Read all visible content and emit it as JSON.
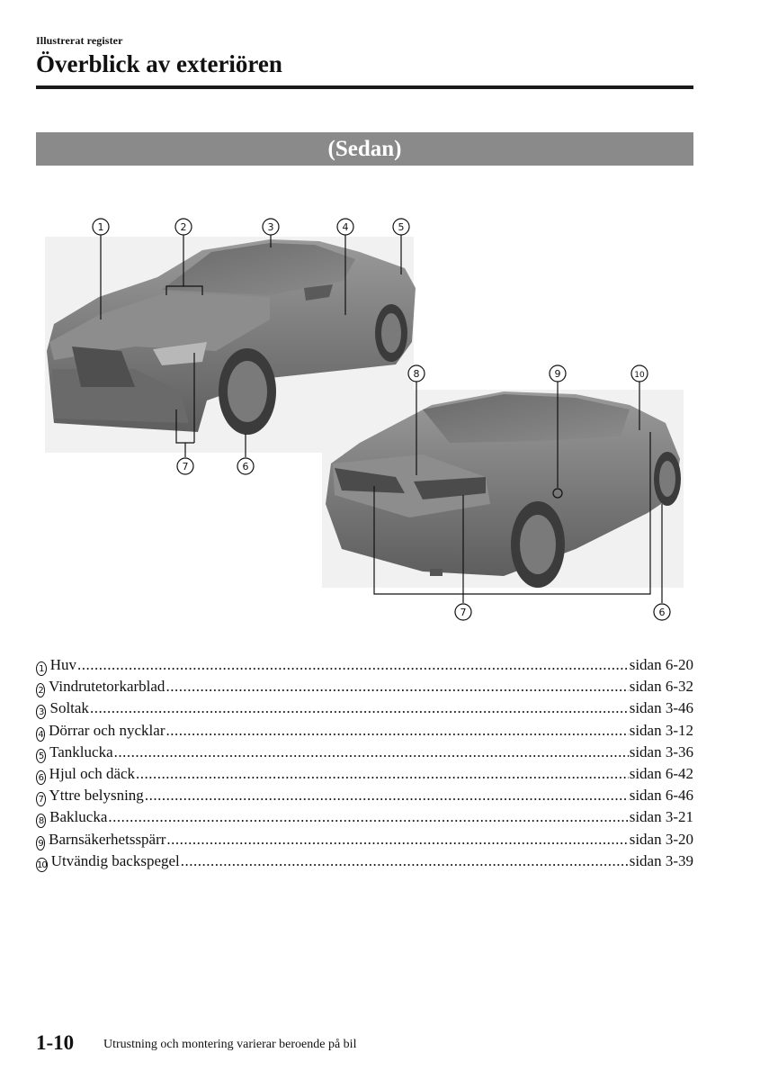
{
  "header": {
    "section_label": "Illustrerat register",
    "title": "Överblick av exteriören"
  },
  "banner": {
    "text": "(Sedan)"
  },
  "figure": {
    "front_callouts": [
      "1",
      "2",
      "3",
      "4",
      "5",
      "7",
      "6"
    ],
    "rear_callouts": [
      "8",
      "9",
      "10",
      "7",
      "6"
    ]
  },
  "parts": [
    {
      "num": "1",
      "label": "Huv",
      "ref": "sidan 6-20"
    },
    {
      "num": "2",
      "label": "Vindrutetorkarblad",
      "ref": "sidan 6-32"
    },
    {
      "num": "3",
      "label": "Soltak",
      "ref": "sidan 3-46"
    },
    {
      "num": "4",
      "label": "Dörrar och nycklar",
      "ref": "sidan 3-12"
    },
    {
      "num": "5",
      "label": "Tanklucka",
      "ref": "sidan 3-36"
    },
    {
      "num": "6",
      "label": "Hjul och däck",
      "ref": "sidan 6-42"
    },
    {
      "num": "7",
      "label": "Yttre belysning",
      "ref": "sidan 6-46"
    },
    {
      "num": "8",
      "label": "Baklucka",
      "ref": "sidan 3-21"
    },
    {
      "num": "9",
      "label": "Barnsäkerhetsspärr",
      "ref": "sidan 3-20"
    },
    {
      "num": "10",
      "label": "Utvändig backspegel",
      "ref": "sidan 3-39"
    }
  ],
  "footer": {
    "page_number": "1-10",
    "note": "Utrustning och montering varierar beroende på bil"
  }
}
